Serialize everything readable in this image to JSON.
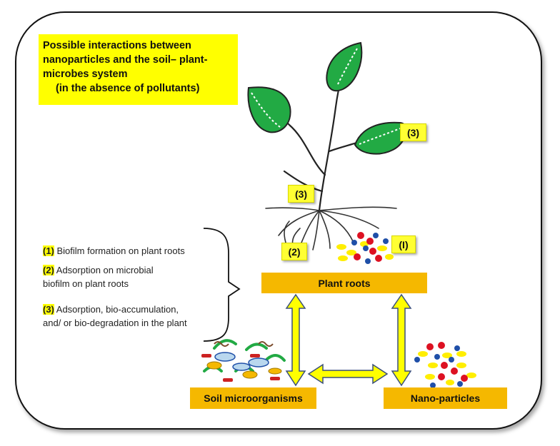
{
  "title": {
    "line1": "Possible interactions between",
    "line2": "nanoparticles and the soil– plant-",
    "line3": "microbes system",
    "line4": "(in the absence of pollutants)"
  },
  "nodes": {
    "plant_roots": "Plant roots",
    "soil_microorganisms": "Soil microorganisms",
    "nano_particles": "Nano-particles"
  },
  "badges": {
    "leaf": "(3)",
    "stem": "(3)",
    "root_left": "(2)",
    "root_right": "(I)"
  },
  "legend": [
    {
      "num": "(1)",
      "line1": " Biofilm formation on plant roots",
      "line2": ""
    },
    {
      "num": "(2)",
      "line1": " Adsorption on microbial",
      "line2": "biofilm on plant roots"
    },
    {
      "num": "(3)",
      "line1": " Adsorption, bio-accumulation,",
      "line2": "and/ or bio-degradation in the plant"
    }
  ],
  "colors": {
    "title_bg": "#ffff00",
    "node_bg": "#f5b800",
    "leaf_green": "#22aa44",
    "arrow_fill": "#ffff00",
    "arrow_stroke": "#3a4f7a",
    "particle_red": "#dd1122",
    "particle_yellow": "#ffee00",
    "particle_blue": "#1f4fa8"
  }
}
